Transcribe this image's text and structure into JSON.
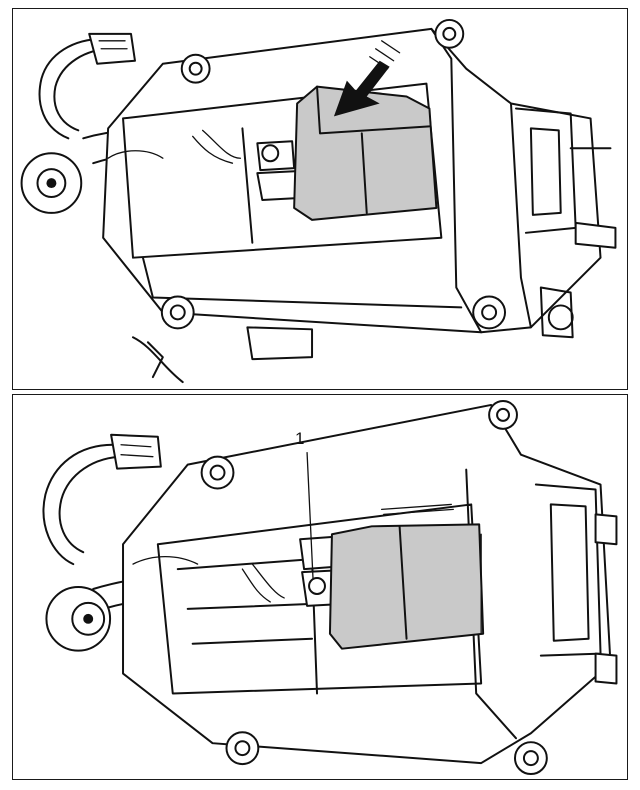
{
  "figure": {
    "panels": [
      {
        "id": "top",
        "arrow_icon": "direction-arrow-icon"
      },
      {
        "id": "bottom",
        "callouts": [
          {
            "label": "1"
          }
        ]
      }
    ]
  }
}
